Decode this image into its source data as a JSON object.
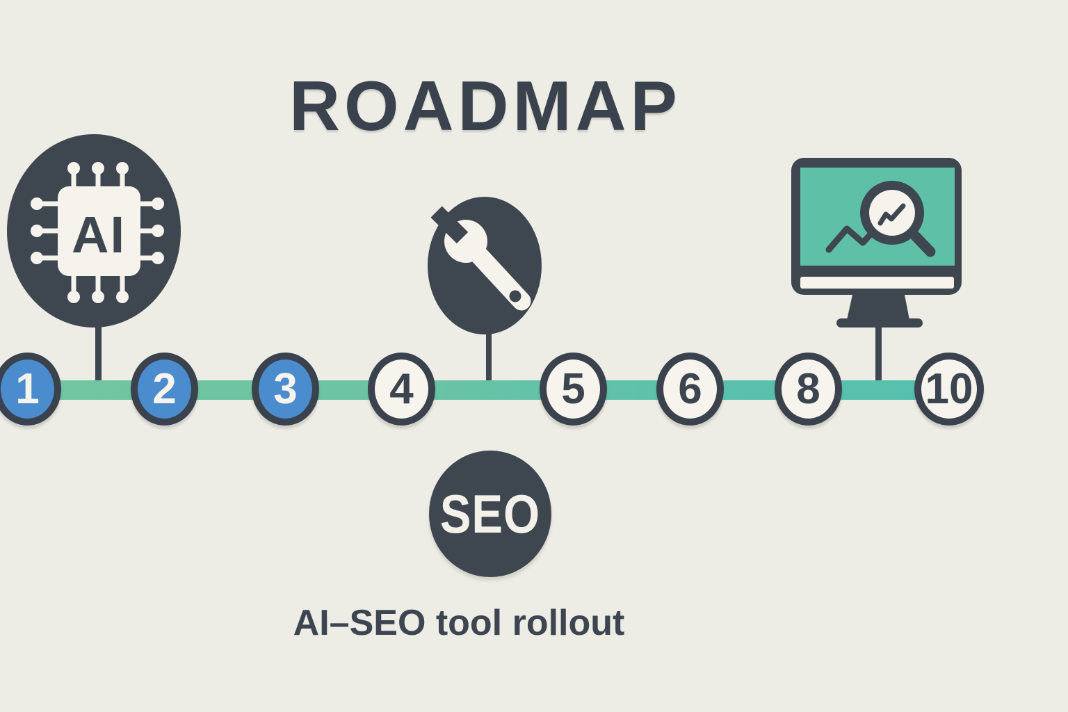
{
  "title": "ROADMAP",
  "caption": "AI–SEO tool rollout",
  "timeline": {
    "milestones": [
      {
        "label": "1",
        "state": "filled"
      },
      {
        "label": "2",
        "state": "filled"
      },
      {
        "label": "3",
        "state": "filled"
      },
      {
        "label": "4",
        "state": "open"
      },
      {
        "label": "5",
        "state": "open"
      },
      {
        "label": "6",
        "state": "open"
      },
      {
        "label": "8",
        "state": "open"
      },
      {
        "label": "10",
        "state": "open"
      }
    ]
  },
  "icons": {
    "ai_chip": {
      "name": "ai-chip-icon",
      "label": "AI"
    },
    "wrench": {
      "name": "wrench-icon"
    },
    "monitor": {
      "name": "monitor-analytics-icon"
    },
    "seo_badge": {
      "name": "seo-badge",
      "label": "SEO"
    }
  },
  "colors": {
    "background": "#edece5",
    "dark_slate": "#3e4650",
    "milestone_blue": "#4a8ccd",
    "band_teal_start": "#74c5a0",
    "band_teal_end": "#56bfae",
    "screen_teal": "#5fc0a8",
    "light_fill": "#f5f3ec"
  }
}
